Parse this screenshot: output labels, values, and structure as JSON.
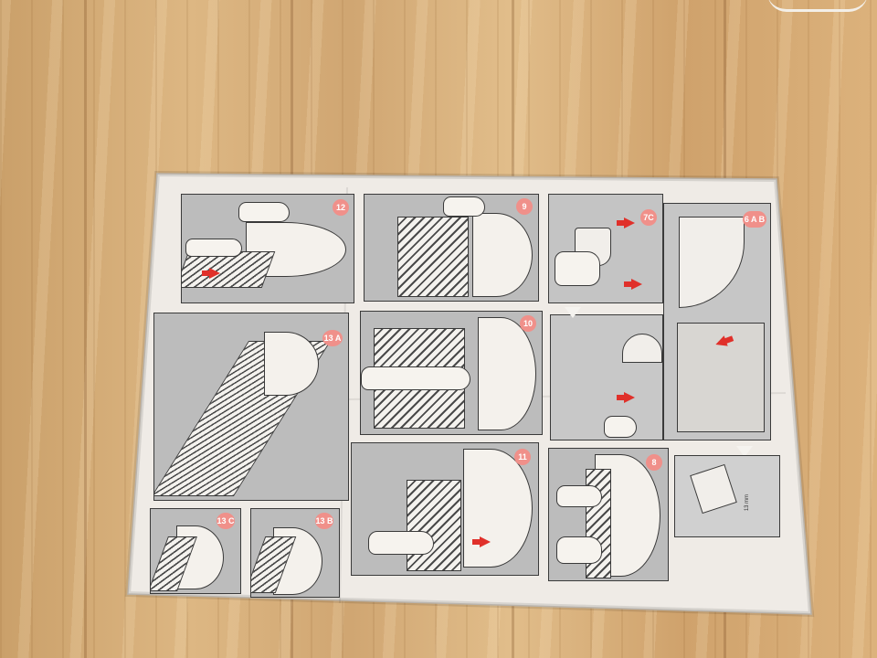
{
  "scene": {
    "subject": "instruction-sheet-on-wood-floor"
  },
  "badges": {
    "b12": "12",
    "b9": "9",
    "b7c": "7C",
    "b6ab": "6 A B",
    "b13a": "13 A",
    "b10": "10",
    "b11": "11",
    "b8": "8",
    "b13c": "13 C",
    "b13b": "13 B"
  },
  "labels": {
    "measure": "13 mm"
  },
  "colors": {
    "floor": "#d9b27c",
    "paper": "#efebe6",
    "panel_gray": "#bcbcbc",
    "badge_pink": "#f0908a",
    "arrow_red": "#e0302a"
  }
}
